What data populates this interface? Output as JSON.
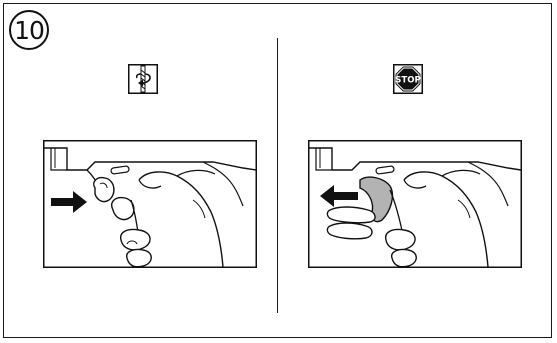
{
  "step": {
    "number": "10"
  },
  "left_panel": {
    "icon": "drill-rotation-icon",
    "arrow_direction": "right",
    "illustration": "hand-pressing-trigger"
  },
  "right_panel": {
    "icon": "stop-sign-icon",
    "stop_label": "STOP",
    "arrow_direction": "left",
    "illustration": "hand-releasing-trigger",
    "trigger_highlight_color": "#b3b3b3"
  },
  "colors": {
    "line": "#1a1a1a",
    "trigger_highlight": "#b3b3b3"
  }
}
